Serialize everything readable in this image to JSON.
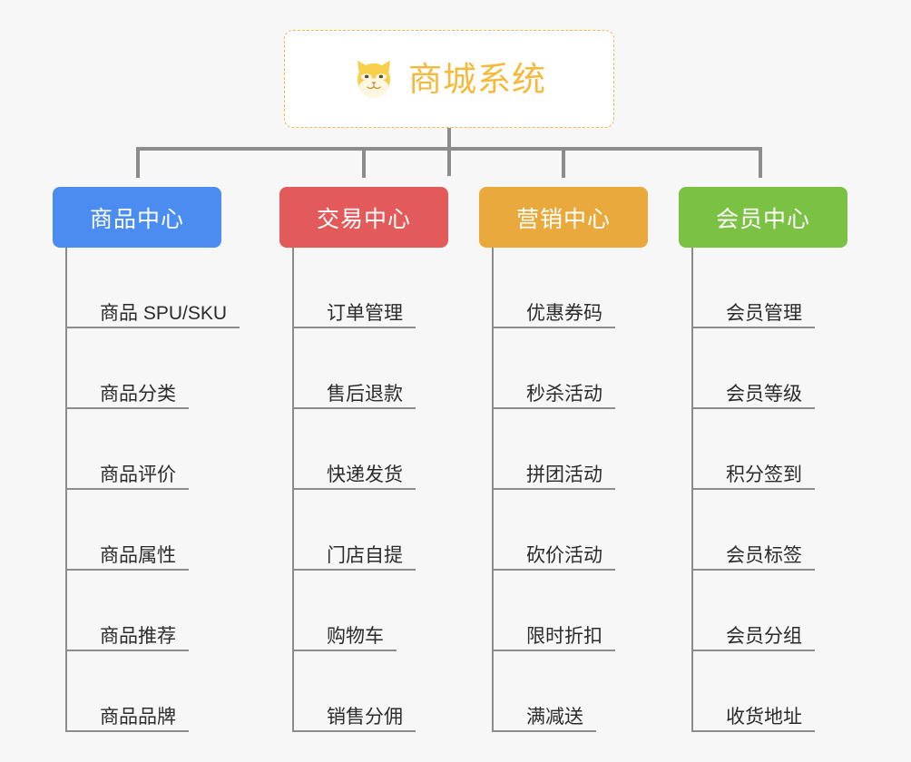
{
  "page": {
    "background": "#f7f7f7",
    "line_color": "#8c8c8c"
  },
  "root": {
    "title": "商城系统",
    "icon": "shiba-dog-face-icon",
    "accent_color": "#f5b93c",
    "border_color": "#f0b84a",
    "background": "#ffffff"
  },
  "categories": [
    {
      "label": "商品中心",
      "color": "#4a8cf0",
      "items": [
        "商品 SPU/SKU",
        "商品分类",
        "商品评价",
        "商品属性",
        "商品推荐",
        "商品品牌"
      ]
    },
    {
      "label": "交易中心",
      "color": "#e35a5a",
      "items": [
        "订单管理",
        "售后退款",
        "快递发货",
        "门店自提",
        "购物车",
        "销售分佣"
      ]
    },
    {
      "label": "营销中心",
      "color": "#eaa93c",
      "items": [
        "优惠券码",
        "秒杀活动",
        "拼团活动",
        "砍价活动",
        "限时折扣",
        "满减送"
      ]
    },
    {
      "label": "会员中心",
      "color": "#7bc144",
      "items": [
        "会员管理",
        "会员等级",
        "积分签到",
        "会员标签",
        "会员分组",
        "收货地址"
      ]
    }
  ]
}
